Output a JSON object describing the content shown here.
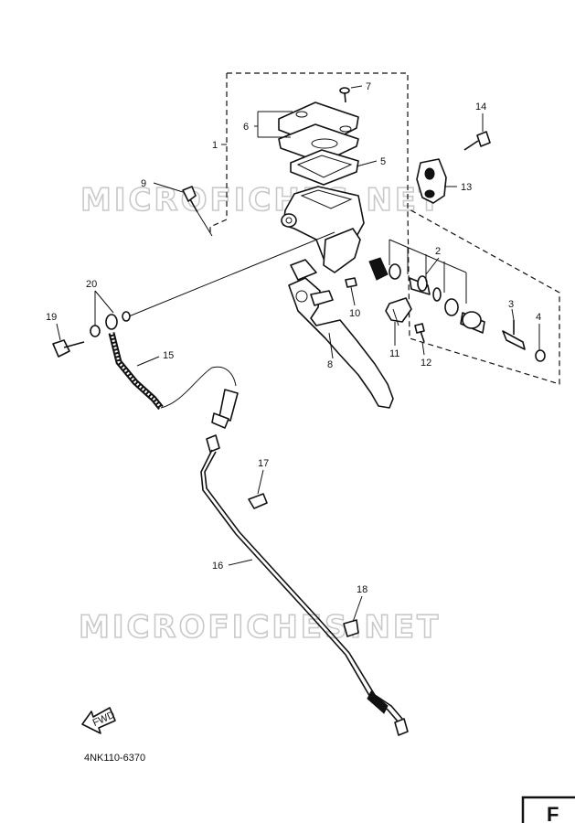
{
  "watermarks": [
    "MICROFICHES.NET",
    "MICROFICHES.NET"
  ],
  "callouts": {
    "n1": "1",
    "n2": "2",
    "n3": "3",
    "n4": "4",
    "n5": "5",
    "n6": "6",
    "n7": "7",
    "n8": "8",
    "n9": "9",
    "n10": "10",
    "n11": "11",
    "n12": "12",
    "n13": "13",
    "n14": "14",
    "n15": "15",
    "n16": "16",
    "n17": "17",
    "n18": "18",
    "n19": "19",
    "n20": "20"
  },
  "fwd_label": "FWD",
  "diagram_code": "4NK110-6370",
  "corner_label": "F"
}
